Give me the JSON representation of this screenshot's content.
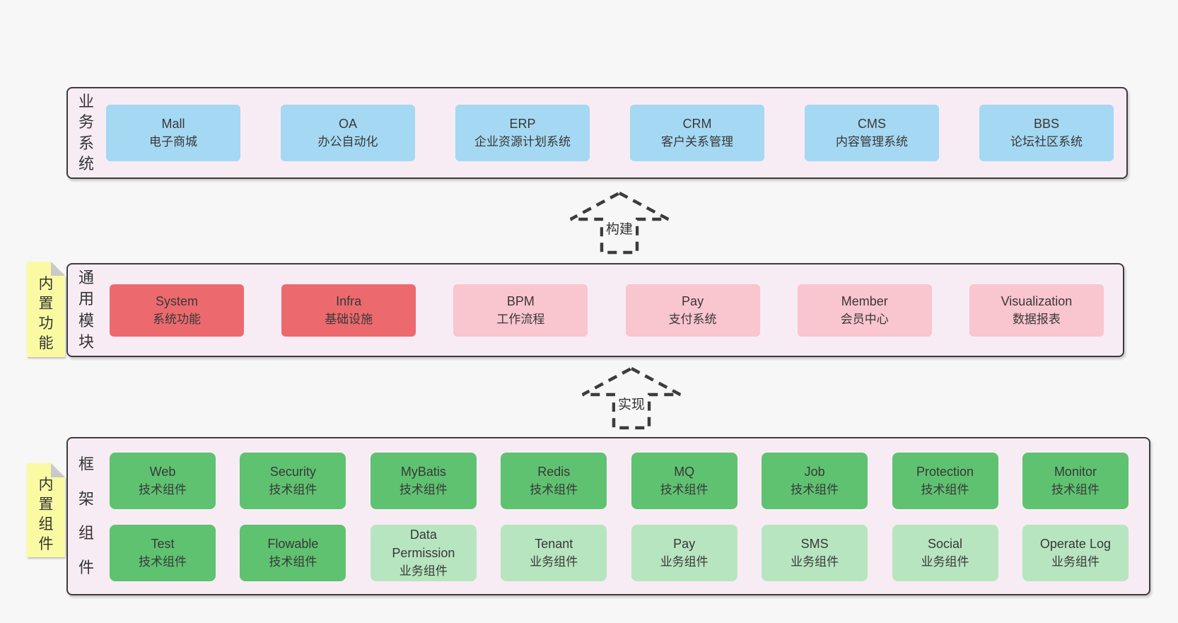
{
  "diagram": {
    "band_business": {
      "label": "业务系统",
      "boxes": [
        {
          "name": "Mall",
          "desc": "电子商城",
          "type": "blue"
        },
        {
          "name": "OA",
          "desc": "办公自动化",
          "type": "blue"
        },
        {
          "name": "ERP",
          "desc": "企业资源计划系统",
          "type": "blue"
        },
        {
          "name": "CRM",
          "desc": "客户关系管理",
          "type": "blue"
        },
        {
          "name": "CMS",
          "desc": "内容管理系统",
          "type": "blue"
        },
        {
          "name": "BBS",
          "desc": "论坛社区系统",
          "type": "blue"
        }
      ]
    },
    "arrow_build": {
      "label": "构建"
    },
    "sticky_builtin_features": {
      "label": "内置功能"
    },
    "band_modules": {
      "label": "通用模块",
      "boxes": [
        {
          "name": "System",
          "desc": "系统功能",
          "type": "red"
        },
        {
          "name": "Infra",
          "desc": "基础设施",
          "type": "red"
        },
        {
          "name": "BPM",
          "desc": "工作流程",
          "type": "pink"
        },
        {
          "name": "Pay",
          "desc": "支付系统",
          "type": "pink"
        },
        {
          "name": "Member",
          "desc": "会员中心",
          "type": "pink"
        },
        {
          "name": "Visualization",
          "desc": "数据报表",
          "type": "pink"
        }
      ]
    },
    "arrow_implement": {
      "label": "实现"
    },
    "sticky_builtin_components": {
      "label": "内置组件"
    },
    "band_framework": {
      "label": "框架组件",
      "row1": [
        {
          "name": "Web",
          "desc": "技术组件",
          "type": "green"
        },
        {
          "name": "Security",
          "desc": "技术组件",
          "type": "green"
        },
        {
          "name": "MyBatis",
          "desc": "技术组件",
          "type": "green"
        },
        {
          "name": "Redis",
          "desc": "技术组件",
          "type": "green"
        },
        {
          "name": "MQ",
          "desc": "技术组件",
          "type": "green"
        },
        {
          "name": "Job",
          "desc": "技术组件",
          "type": "green"
        },
        {
          "name": "Protection",
          "desc": "技术组件",
          "type": "green"
        },
        {
          "name": "Monitor",
          "desc": "技术组件",
          "type": "green"
        }
      ],
      "row2": [
        {
          "name": "Test",
          "desc": "技术组件",
          "type": "green"
        },
        {
          "name": "Flowable",
          "desc": "技术组件",
          "type": "green"
        },
        {
          "name": "Data\nPermission",
          "desc": "业务组件",
          "type": "lightgreen"
        },
        {
          "name": "Tenant",
          "desc": "业务组件",
          "type": "lightgreen"
        },
        {
          "name": "Pay",
          "desc": "业务组件",
          "type": "lightgreen"
        },
        {
          "name": "SMS",
          "desc": "业务组件",
          "type": "lightgreen"
        },
        {
          "name": "Social",
          "desc": "业务组件",
          "type": "lightgreen"
        },
        {
          "name": "Operate Log",
          "desc": "业务组件",
          "type": "lightgreen"
        }
      ]
    },
    "colors": {
      "page_bg": "#f7f7f7",
      "band_bg": "#f7ecf4",
      "band_border": "#3c3c3c",
      "box_blue": "#a5d8f2",
      "box_red": "#ec6a6d",
      "box_pink": "#f9c5ce",
      "box_green": "#5fc271",
      "box_light_green": "#b7e5bf",
      "sticky_yellow": "#fafaa3",
      "text": "#383838"
    }
  }
}
